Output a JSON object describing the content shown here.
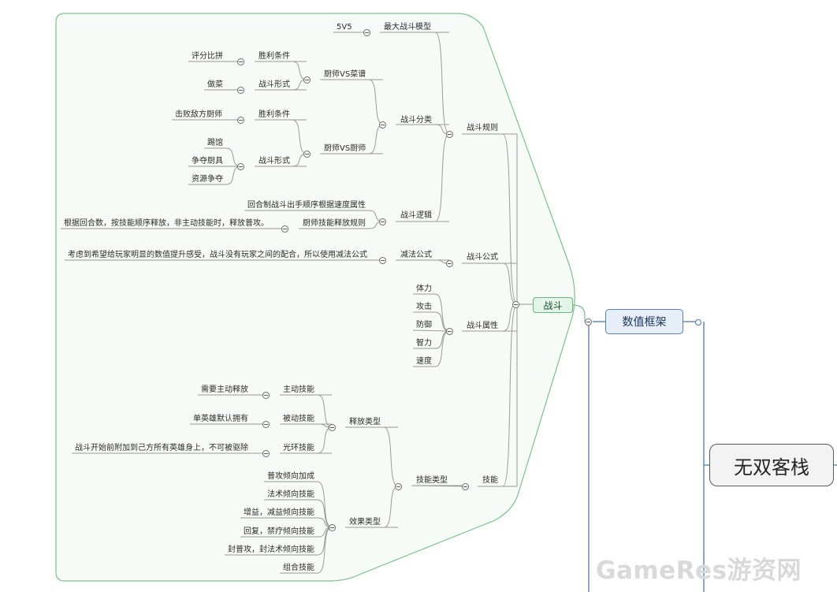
{
  "root": {
    "label": "无双客栈"
  },
  "framework": {
    "label": "数值框架"
  },
  "battle": {
    "label": "战斗"
  },
  "rules": {
    "label": "战斗规则",
    "max_model": {
      "label": "最大战斗模型",
      "items": [
        "5V5"
      ]
    },
    "category": {
      "label": "战斗分类",
      "chef_vs_recipe": {
        "label": "厨师VS菜谱",
        "win": {
          "label": "胜利条件",
          "items": [
            "评分比拼"
          ]
        },
        "form": {
          "label": "战斗形式",
          "items": [
            "做菜"
          ]
        }
      },
      "chef_vs_chef": {
        "label": "厨师VS厨师",
        "win": {
          "label": "胜利条件",
          "items": [
            "击败敌方厨师"
          ]
        },
        "form": {
          "label": "战斗形式",
          "items": [
            "踢馆",
            "争夺厨具",
            "资源争夺"
          ]
        }
      }
    },
    "logic": {
      "label": "战斗逻辑",
      "items": [
        "回合制战斗出手顺序根据速度属性"
      ],
      "skill_release": {
        "label": "厨师技能释放规则",
        "items": [
          "根据回合数，按技能顺序释放，非主动技能时，释放普攻。"
        ]
      }
    }
  },
  "formula": {
    "label": "战斗公式",
    "subtract": {
      "label": "减法公式",
      "items": [
        "考虑到希望给玩家明显的数值提升感受，战斗没有玩家之间的配合，所以使用减法公式"
      ]
    }
  },
  "attributes": {
    "label": "战斗属性",
    "items": [
      "体力",
      "攻击",
      "防御",
      "智力",
      "速度"
    ]
  },
  "skills": {
    "label": "技能",
    "type": {
      "label": "技能类型",
      "release": {
        "label": "释放类型",
        "active": {
          "label": "主动技能",
          "items": [
            "需要主动释放"
          ]
        },
        "passive": {
          "label": "被动技能",
          "items": [
            "单英雄默认拥有"
          ]
        },
        "aura": {
          "label": "光环技能",
          "items": [
            "战斗开始前附加到己方所有英雄身上，不可被驱除"
          ]
        }
      },
      "effect": {
        "label": "效果类型",
        "items": [
          "普攻倾向加成",
          "法术倾向技能",
          "增益，减益倾向技能",
          "回复，禁疗倾向技能",
          "封普攻，封法术倾向技能",
          "组合技能"
        ]
      }
    }
  },
  "watermark": {
    "text": "GameRes游资网"
  },
  "colors": {
    "boundary": "#7dbf8e",
    "boundary_fill": "#f6fbf7",
    "line": "#9a9a9a",
    "main_line": "#4f75a8"
  }
}
